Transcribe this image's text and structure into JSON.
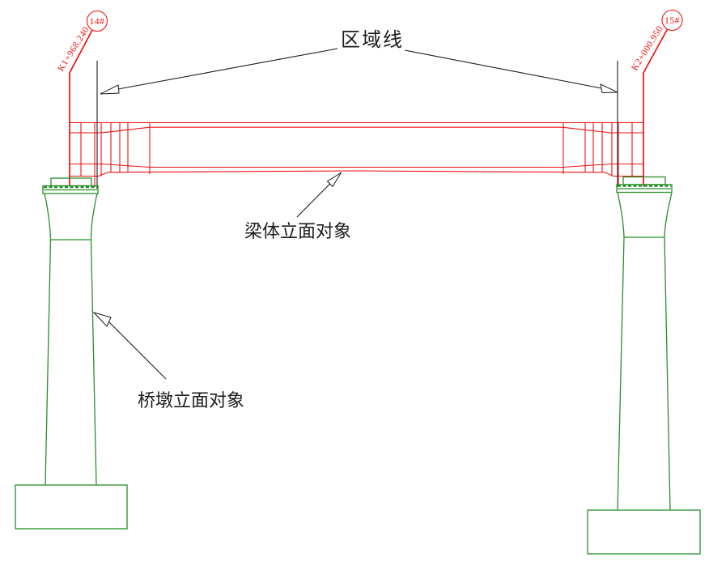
{
  "drawing": {
    "type": "bridge-elevation-cad-drawing",
    "labels": {
      "zone_line": "区域线",
      "beam_elevation": "梁体立面对象",
      "pier_elevation": "桥墩立面对象"
    },
    "stations": {
      "left": {
        "pier_no": "14#",
        "chainage": "K1+968.240"
      },
      "right": {
        "pier_no": "15#",
        "chainage": "K2+000.950"
      }
    },
    "colors": {
      "beam_red": "#f01212",
      "pier_green": "#2a8f2a",
      "annotation_black": "#1c1c1c",
      "background": "#ffffff"
    }
  }
}
